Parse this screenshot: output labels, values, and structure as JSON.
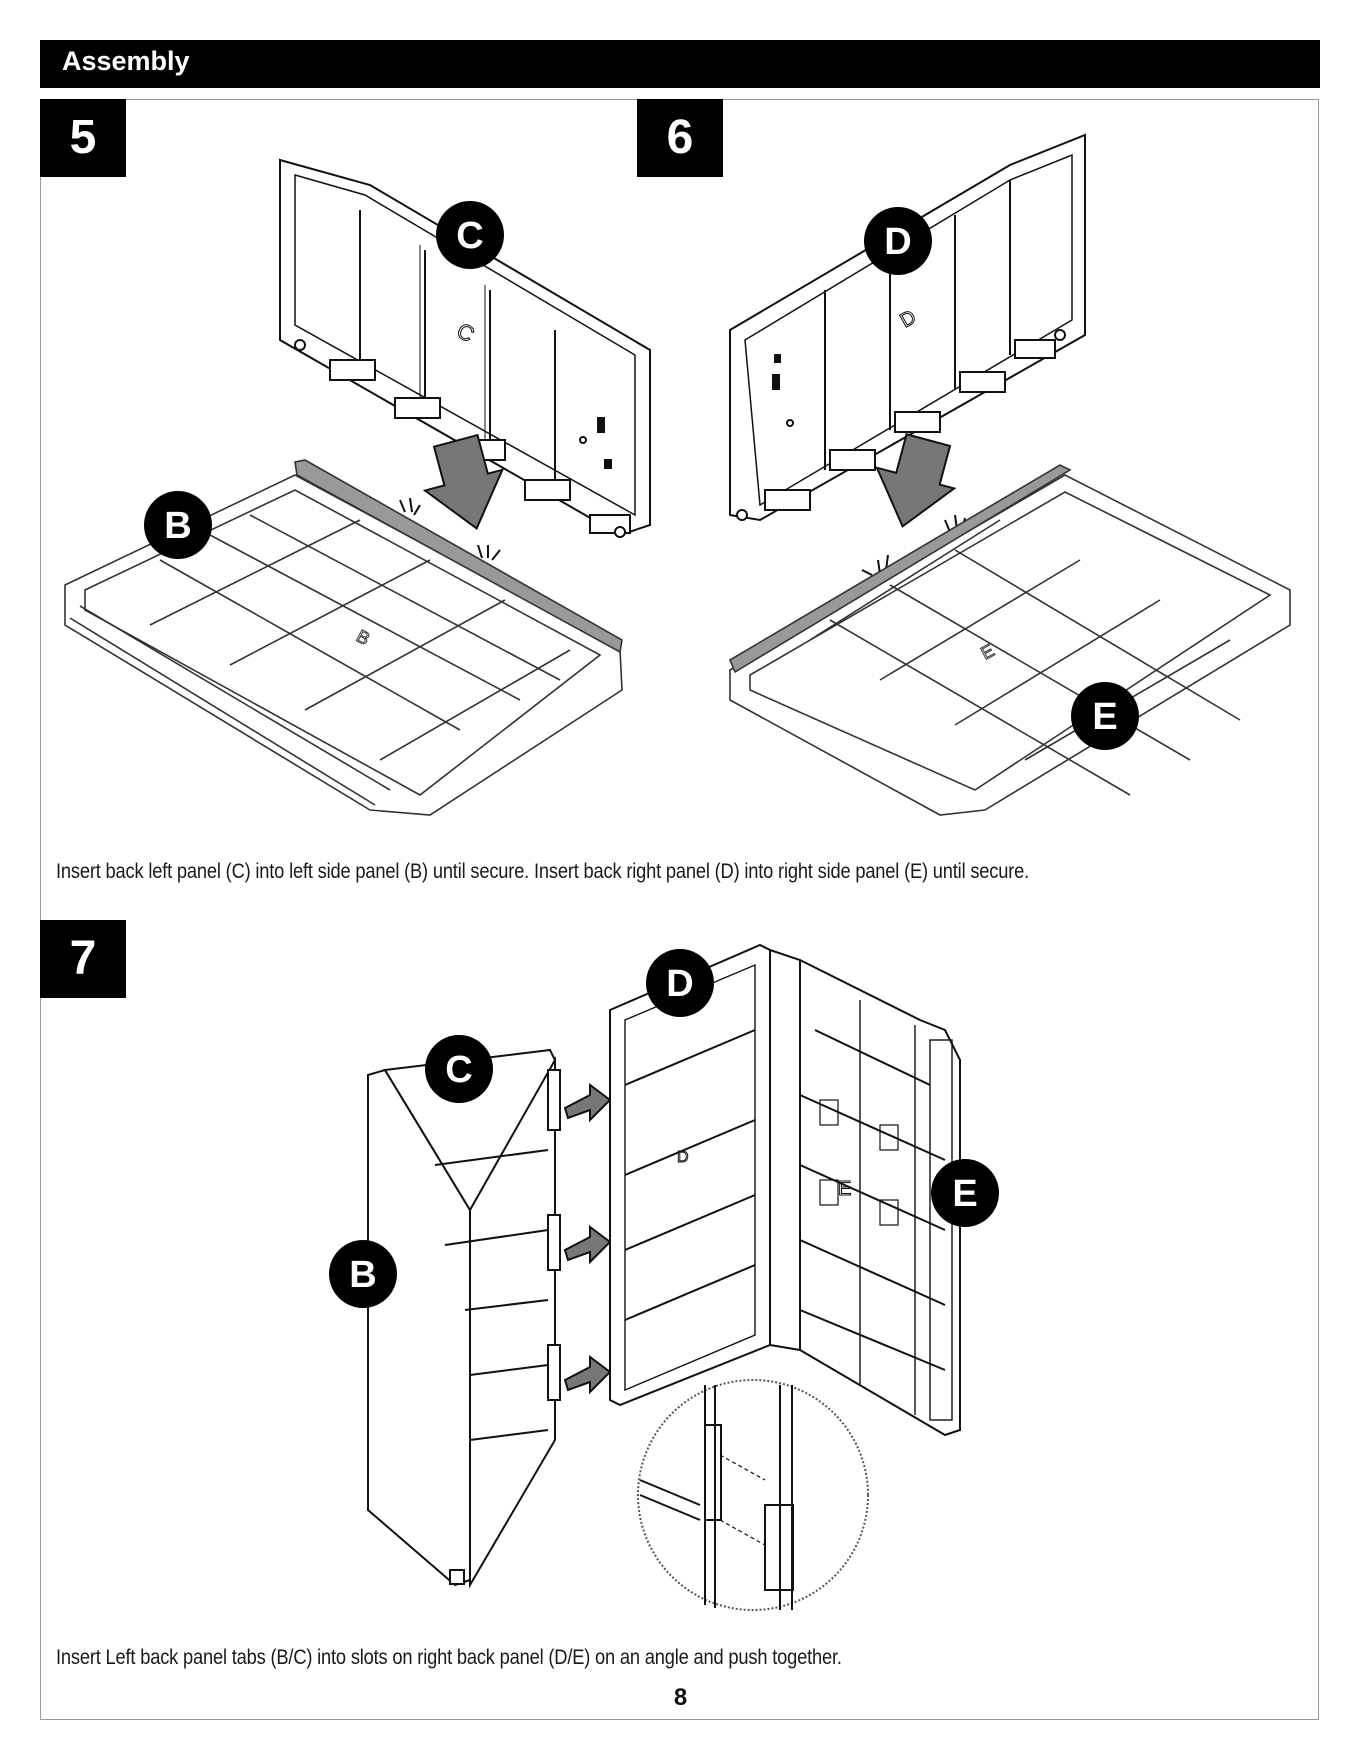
{
  "header": {
    "title": "Assembly"
  },
  "steps": [
    {
      "number": "5"
    },
    {
      "number": "6"
    },
    {
      "number": "7"
    }
  ],
  "callouts": {
    "step5": [
      "C",
      "B"
    ],
    "step6": [
      "D",
      "E"
    ],
    "step7": [
      "D",
      "C",
      "E",
      "B"
    ]
  },
  "panel_marks": {
    "c": "C",
    "d": "D",
    "b": "B",
    "e": "E"
  },
  "instructions": {
    "steps_5_6": "Insert back left panel (C) into left side panel (B) until secure. Insert back right panel (D) into right side panel (E) until secure.",
    "step_7": "Insert Left back panel tabs (B/C) into slots on right back panel (D/E) on an angle and push together."
  },
  "footer": {
    "page_number": "8"
  }
}
